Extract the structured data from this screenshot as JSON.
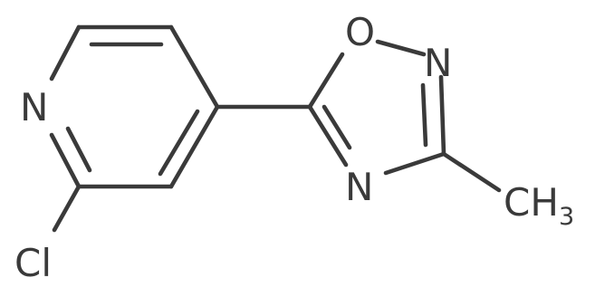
{
  "molecule": {
    "atoms": {
      "pyridine_n": "N",
      "chlorine": "Cl",
      "oxadiazole_o": "O",
      "oxadiazole_n2": "N",
      "oxadiazole_n4": "N",
      "methyl_c": "CH",
      "methyl_subscript": "3"
    },
    "colors": {
      "ink": "#3a3a3a",
      "background": "#ffffff"
    }
  }
}
